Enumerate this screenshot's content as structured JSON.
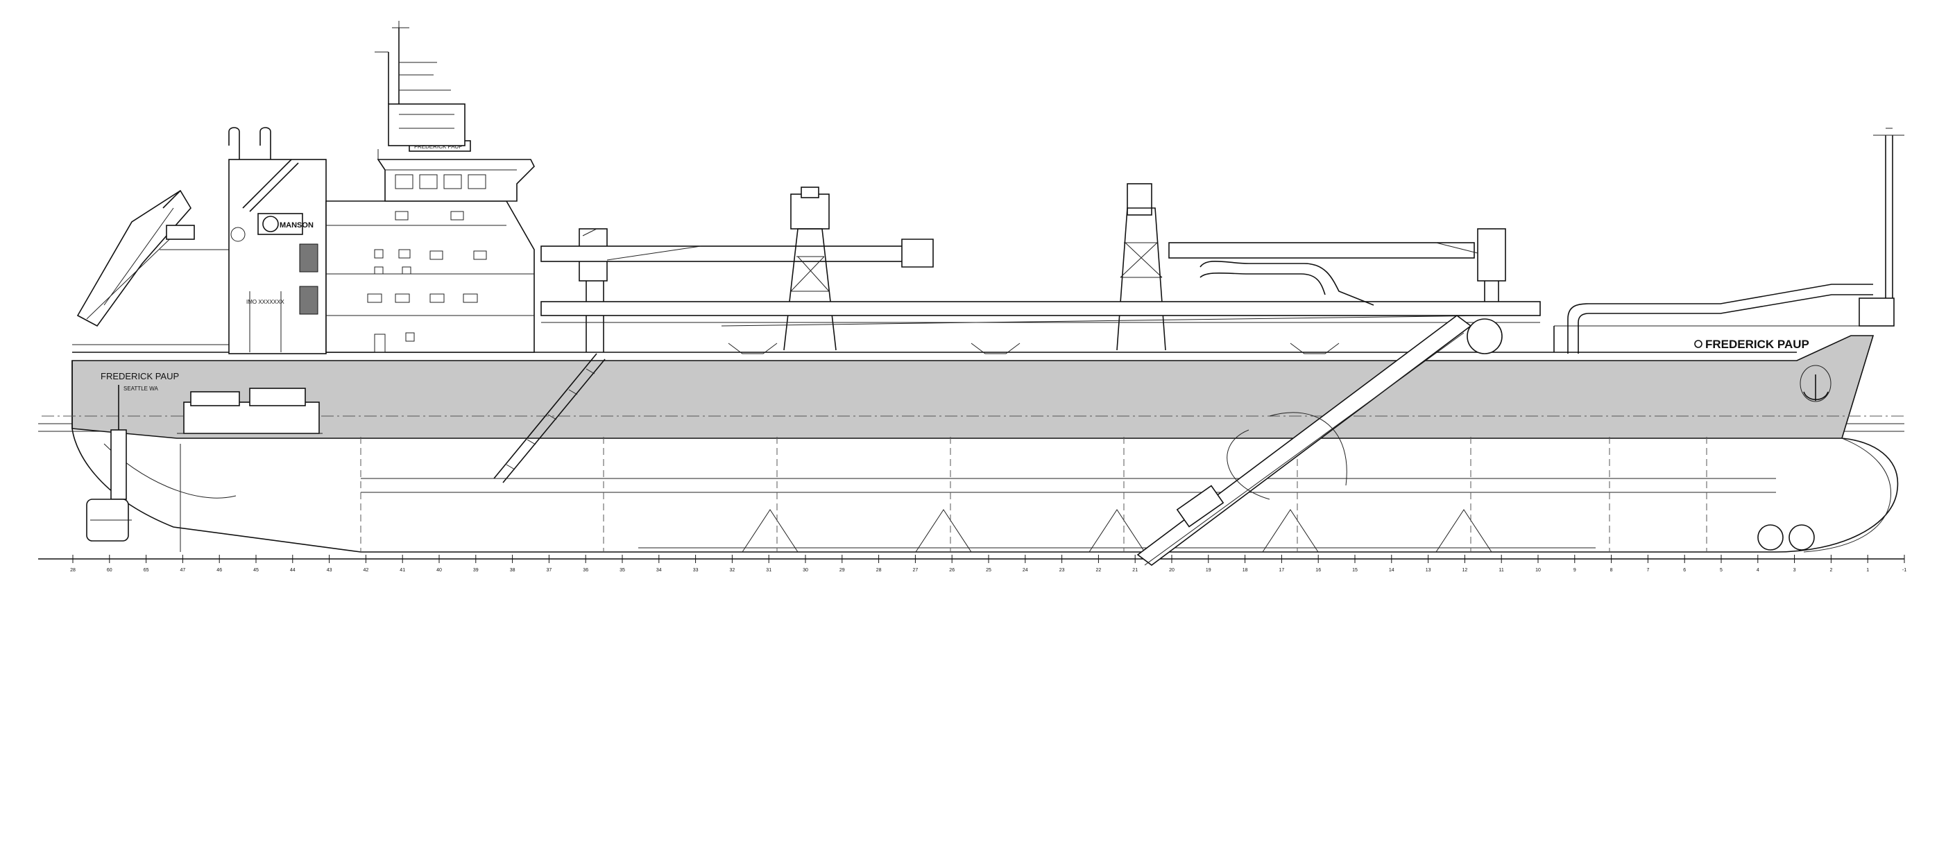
{
  "vessel": {
    "name_stern": "FREDERICK PAUP",
    "home_port": "SEATTLE WA",
    "name_bow": "FREDERICK PAUP",
    "bridge_nameboard": "FREDERICK PAUP",
    "funnel_logo": "MANSON",
    "imo_marking": "IMO XXXXXXX",
    "hull_color": "#c8c8c8"
  },
  "frame_ticks": [
    "28",
    "60",
    "65",
    "47",
    "46",
    "45",
    "44",
    "43",
    "42",
    "41",
    "40",
    "39",
    "38",
    "37",
    "36",
    "35",
    "34",
    "33",
    "32",
    "31",
    "30",
    "29",
    "28",
    "27",
    "26",
    "25",
    "24",
    "23",
    "22",
    "21",
    "20",
    "19",
    "18",
    "17",
    "16",
    "15",
    "14",
    "13",
    "12",
    "11",
    "10",
    "9",
    "8",
    "7",
    "6",
    "5",
    "4",
    "3",
    "2",
    "1",
    "-1"
  ]
}
